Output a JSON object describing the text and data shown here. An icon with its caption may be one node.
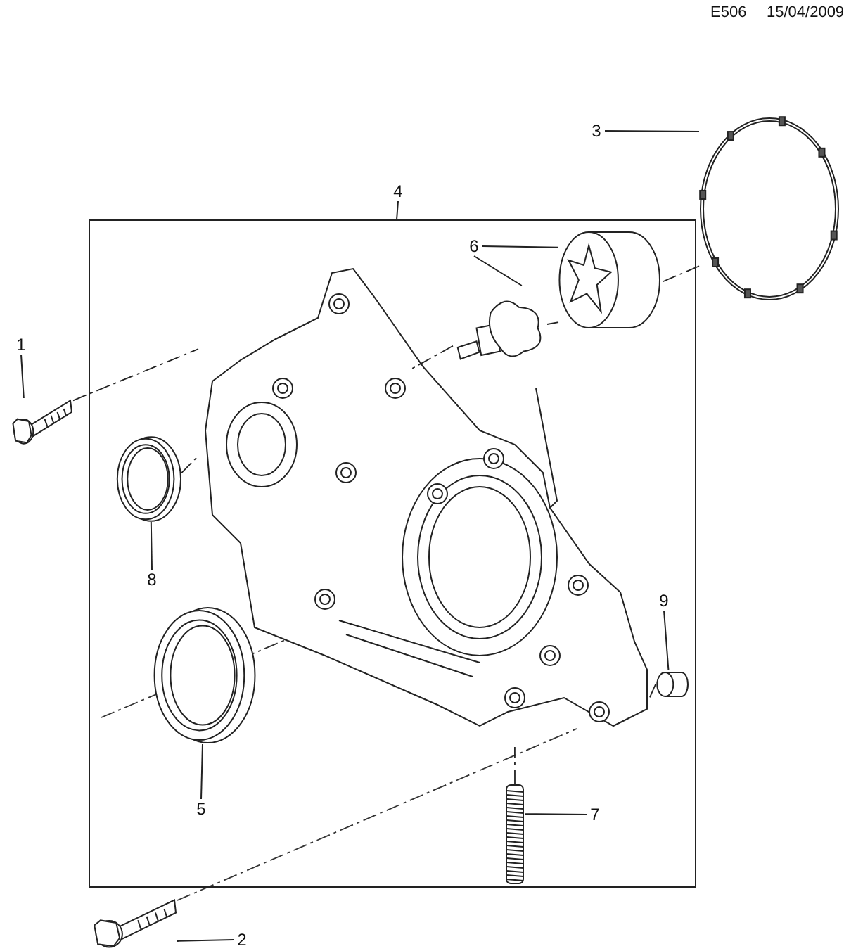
{
  "diagram": {
    "nodes": [
      {
        "text": [
          "1"
        ]
      },
      {
        "text": [],
        "shape": "picture"
      },
      {
        "text": [
          "2"
        ]
      },
      {
        "text": [],
        "shape": "picture"
      },
      {
        "text": [
          "3"
        ]
      },
      {
        "text": [],
        "shape": "picture"
      },
      {
        "text": [
          "4"
        ]
      },
      {
        "text": [],
        "shape": "box"
      },
      {
        "text": [],
        "shape": "picture",
        "in": 7
      },
      {
        "text": [
          "5"
        ],
        "in": 7
      },
      {
        "text": [],
        "shape": "picture",
        "in": 7
      },
      {
        "text": [
          "6"
        ],
        "in": 7
      },
      {
        "text": [],
        "shape": "picture",
        "in": 7
      },
      {
        "text": [],
        "shape": "cylinder",
        "in": 7
      },
      {
        "text": [
          "7"
        ],
        "in": 7
      },
      {
        "text": [],
        "shape": "picture",
        "in": 7
      },
      {
        "text": [
          "8"
        ],
        "in": 7
      },
      {
        "text": [],
        "shape": "picture",
        "in": 7
      },
      {
        "text": [
          "9"
        ],
        "in": 7
      },
      {
        "text": [],
        "shape": "cylinder",
        "in": 7
      }
    ],
    "edges": [
      {
        "from": 0,
        "to": 1,
        "arrow": "none"
      },
      {
        "from": 2,
        "to": 3,
        "arrow": "none"
      },
      {
        "from": 4,
        "to": 5,
        "arrow": "none"
      },
      {
        "from": 6,
        "to": 7,
        "arrow": "none"
      },
      {
        "from": 9,
        "to": 10,
        "arrow": "none"
      },
      {
        "from": 11,
        "to": 13,
        "arrow": "none"
      },
      {
        "from": 11,
        "to": 12,
        "arrow": "none"
      },
      {
        "from": 14,
        "to": 15,
        "arrow": "none"
      },
      {
        "from": 16,
        "to": 17,
        "arrow": "none"
      },
      {
        "from": 18,
        "to": 19,
        "arrow": "none"
      },
      {
        "from": 1,
        "to": 8,
        "arrow": "none",
        "style": "dashed"
      },
      {
        "from": 17,
        "to": 8,
        "arrow": "none",
        "style": "dashed"
      },
      {
        "from": 15,
        "to": 8,
        "arrow": "none",
        "style": "dashed"
      },
      {
        "from": 19,
        "to": 8,
        "arrow": "none",
        "style": "dashed"
      },
      {
        "from": 13,
        "to": 12,
        "arrow": "none",
        "style": "dashed"
      },
      {
        "from": 5,
        "to": 13,
        "arrow": "none",
        "style": "dashed"
      },
      {
        "from": 12,
        "to": 8,
        "arrow": "none",
        "style": "dashed"
      }
    ],
    "labels": [
      "E506",
      "15/04/2009"
    ]
  }
}
